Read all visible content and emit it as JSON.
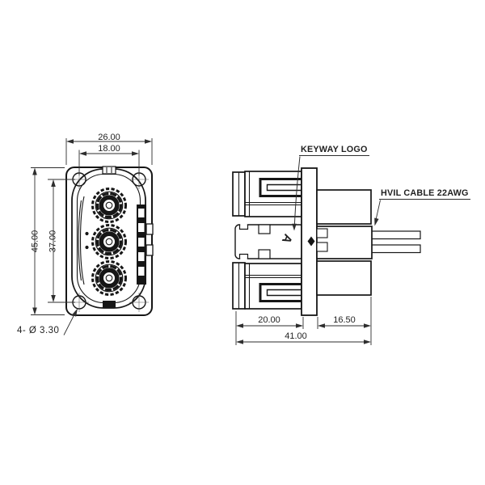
{
  "drawing_title": "connector-two-view-drawing",
  "colors": {
    "background": "#ffffff",
    "line": "#161616",
    "dim": "#2e2e2e",
    "text": "#1f1f1f"
  },
  "front_view": {
    "dim_width_flange": "26.00",
    "dim_width_holes": "18.00",
    "dim_height_flange": "45.00",
    "dim_height_holes": "37.00",
    "hole_callout": "4- Ø 3.30"
  },
  "side_view": {
    "keyway_label": "KEYWAY LOGO",
    "keyway_letter": "A",
    "hvil_label": "HVIL CABLE 22AWG",
    "dim_front_depth": "20.00",
    "dim_rear_depth": "16.50",
    "dim_total_depth": "41.00"
  }
}
